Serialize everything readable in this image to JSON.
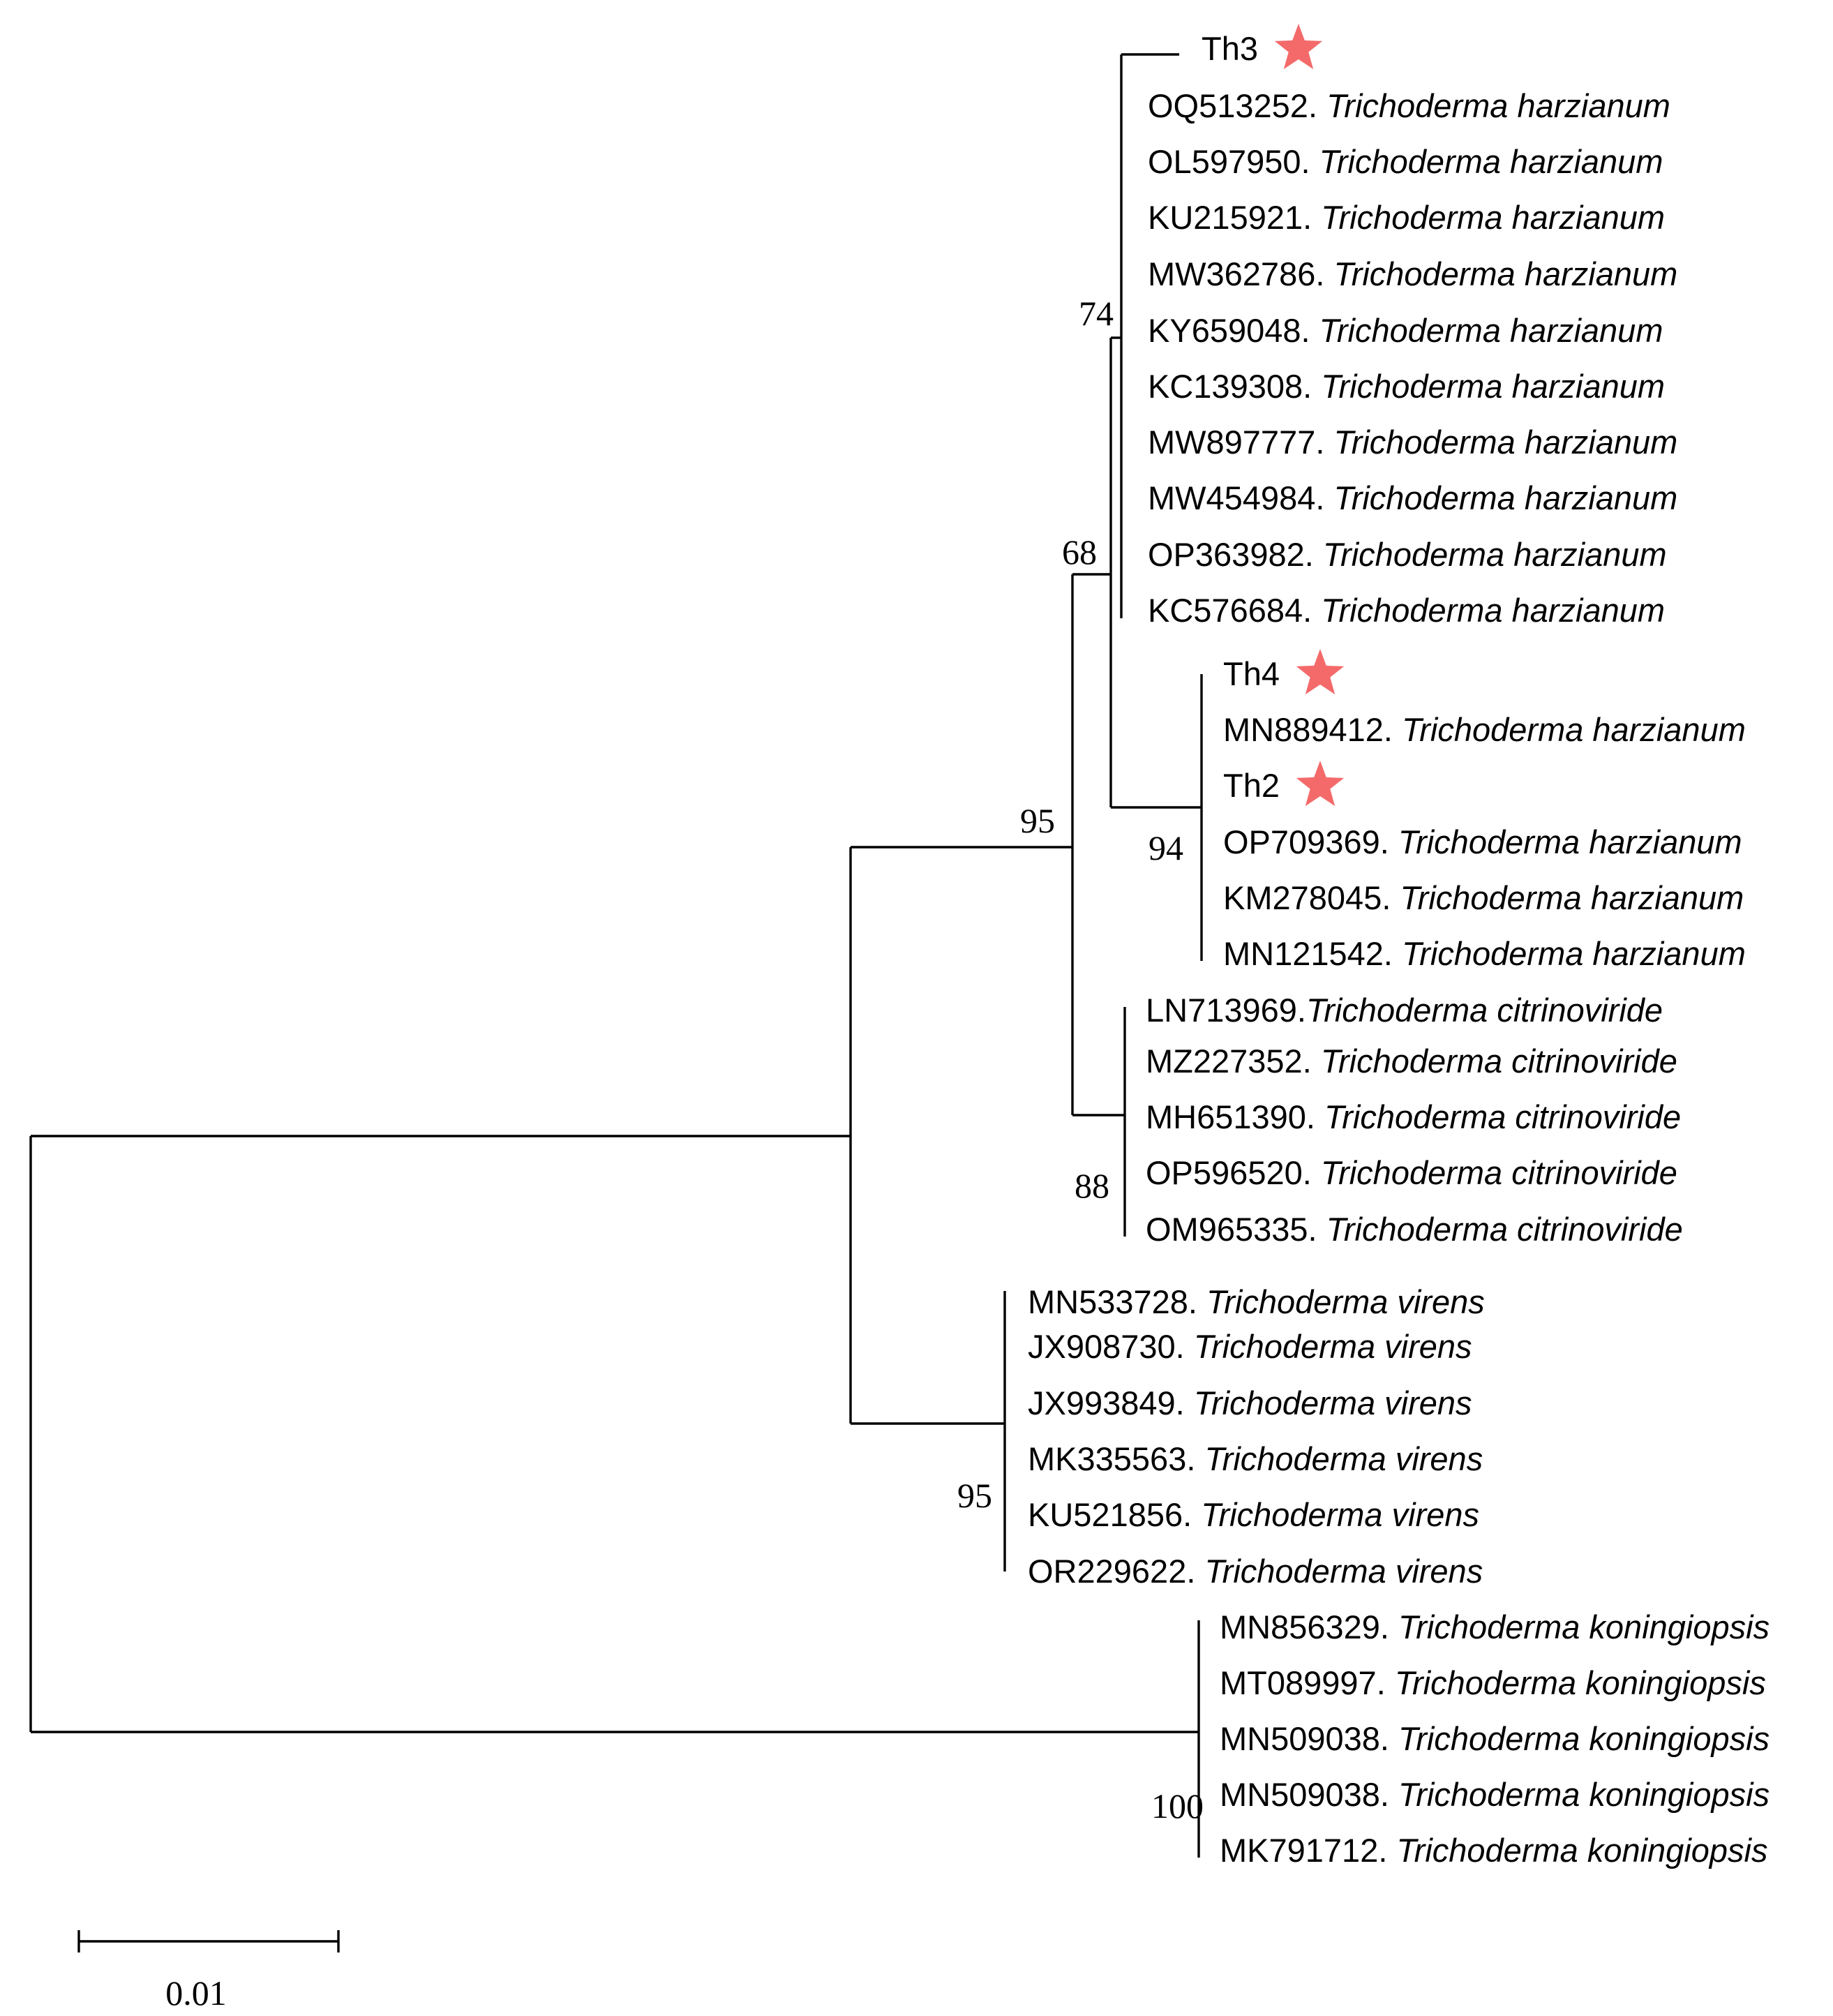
{
  "colors": {
    "star": "#f46a6a",
    "line": "#000000"
  },
  "taxa": [
    {
      "id": "Th3",
      "species": "",
      "star": true
    },
    {
      "id": "OQ513252. ",
      "species": "Trichoderma harzianum"
    },
    {
      "id": "OL597950. ",
      "species": "Trichoderma harzianum"
    },
    {
      "id": "KU215921. ",
      "species": "Trichoderma harzianum"
    },
    {
      "id": "MW362786. ",
      "species": "Trichoderma harzianum"
    },
    {
      "id": "KY659048. ",
      "species": "Trichoderma harzianum"
    },
    {
      "id": "KC139308. ",
      "species": "Trichoderma harzianum"
    },
    {
      "id": "MW897777. ",
      "species": "Trichoderma harzianum"
    },
    {
      "id": "MW454984. ",
      "species": "Trichoderma harzianum"
    },
    {
      "id": "OP363982. ",
      "species": "Trichoderma harzianum"
    },
    {
      "id": "KC576684. ",
      "species": "Trichoderma harzianum"
    },
    {
      "id": "Th4",
      "species": "",
      "star": true
    },
    {
      "id": "MN889412. ",
      "species": "Trichoderma harzianum"
    },
    {
      "id": "Th2",
      "species": "",
      "star": true
    },
    {
      "id": "OP709369. ",
      "species": "Trichoderma harzianum"
    },
    {
      "id": "KM278045. ",
      "species": "Trichoderma harzianum"
    },
    {
      "id": "MN121542. ",
      "species": "Trichoderma harzianum"
    },
    {
      "id": "LN713969.",
      "species": "Trichoderma citrinoviride"
    },
    {
      "id": "MZ227352. ",
      "species": "Trichoderma citrinoviride"
    },
    {
      "id": "MH651390. ",
      "species": "Trichoderma citrinoviride"
    },
    {
      "id": "OP596520. ",
      "species": "Trichoderma citrinoviride"
    },
    {
      "id": "OM965335. ",
      "species": "Trichoderma citrinoviride"
    },
    {
      "id": "MN533728. ",
      "species": "Trichoderma virens"
    },
    {
      "id": "JX908730. ",
      "species": "Trichoderma virens"
    },
    {
      "id": "JX993849. ",
      "species": "Trichoderma virens"
    },
    {
      "id": "MK335563. ",
      "species": "Trichoderma virens"
    },
    {
      "id": "KU521856. ",
      "species": "Trichoderma virens"
    },
    {
      "id": "OR229622. ",
      "species": "Trichoderma virens"
    },
    {
      "id": "MN856329. ",
      "species": "Trichoderma koningiopsis"
    },
    {
      "id": "MT089997. ",
      "species": "Trichoderma koningiopsis"
    },
    {
      "id": "MN509038. ",
      "species": "Trichoderma koningiopsis"
    },
    {
      "id": "MN509038. ",
      "species": "Trichoderma koningiopsis"
    },
    {
      "id": "MK791712. ",
      "species": "Trichoderma koningiopsis"
    }
  ],
  "bootstrap": [
    "74",
    "68",
    "94",
    "95",
    "88",
    "95",
    "100"
  ],
  "scale_bar": {
    "label": "0.01",
    "length": 0.01
  }
}
